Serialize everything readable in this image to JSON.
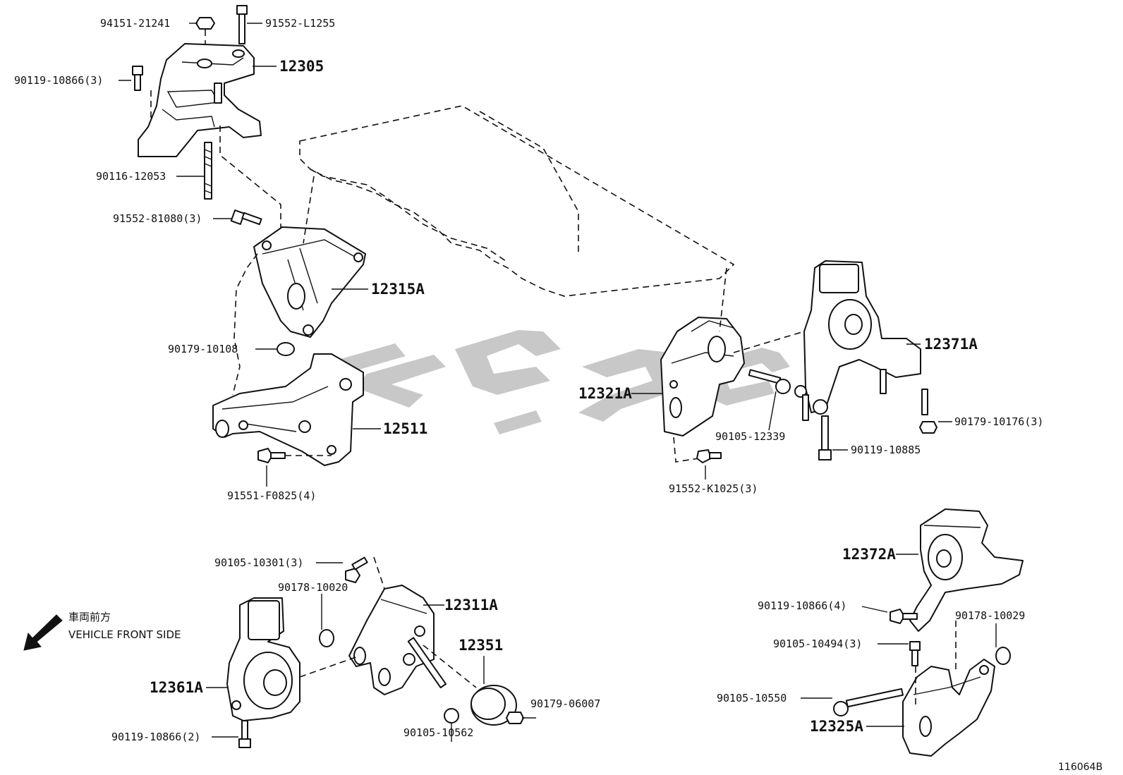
{
  "diagram_code": "116064B",
  "direction_note": {
    "title": "車両前方",
    "subtitle": "VEHICLE FRONT SIDE"
  },
  "labels": {
    "p94151_21241": "94151-21241",
    "p91552_L1255": "91552-L1255",
    "p12305": "12305",
    "p90119_10866_3a": "90119-10866(3)",
    "p90116_12053": "90116-12053",
    "p91552_81080_3": "91552-81080(3)",
    "p12315A": "12315A",
    "p90179_10108": "90179-10108",
    "p12511": "12511",
    "p91551_F0825_4": "91551-F0825(4)",
    "p12321A": "12321A",
    "p90105_12339": "90105-12339",
    "p91552_K1025_3": "91552-K1025(3)",
    "p12371A": "12371A",
    "p90179_10176_3": "90179-10176(3)",
    "p90119_10885": "90119-10885",
    "p12372A": "12372A",
    "p90119_10866_4": "90119-10866(4)",
    "p90178_10029": "90178-10029",
    "p90105_10494_3": "90105-10494(3)",
    "p90105_10550": "90105-10550",
    "p12325A": "12325A",
    "p90105_10301_3": "90105-10301(3)",
    "p90178_10020": "90178-10020",
    "p12311A": "12311A",
    "p12351": "12351",
    "p12361A": "12361A",
    "p90179_06007": "90179-06007",
    "p90105_10562": "90105-10562",
    "p90119_10866_2": "90119-10866(2)"
  },
  "colors": {
    "line": "#111111",
    "watermark": "#c8c8c8",
    "background": "#ffffff"
  }
}
